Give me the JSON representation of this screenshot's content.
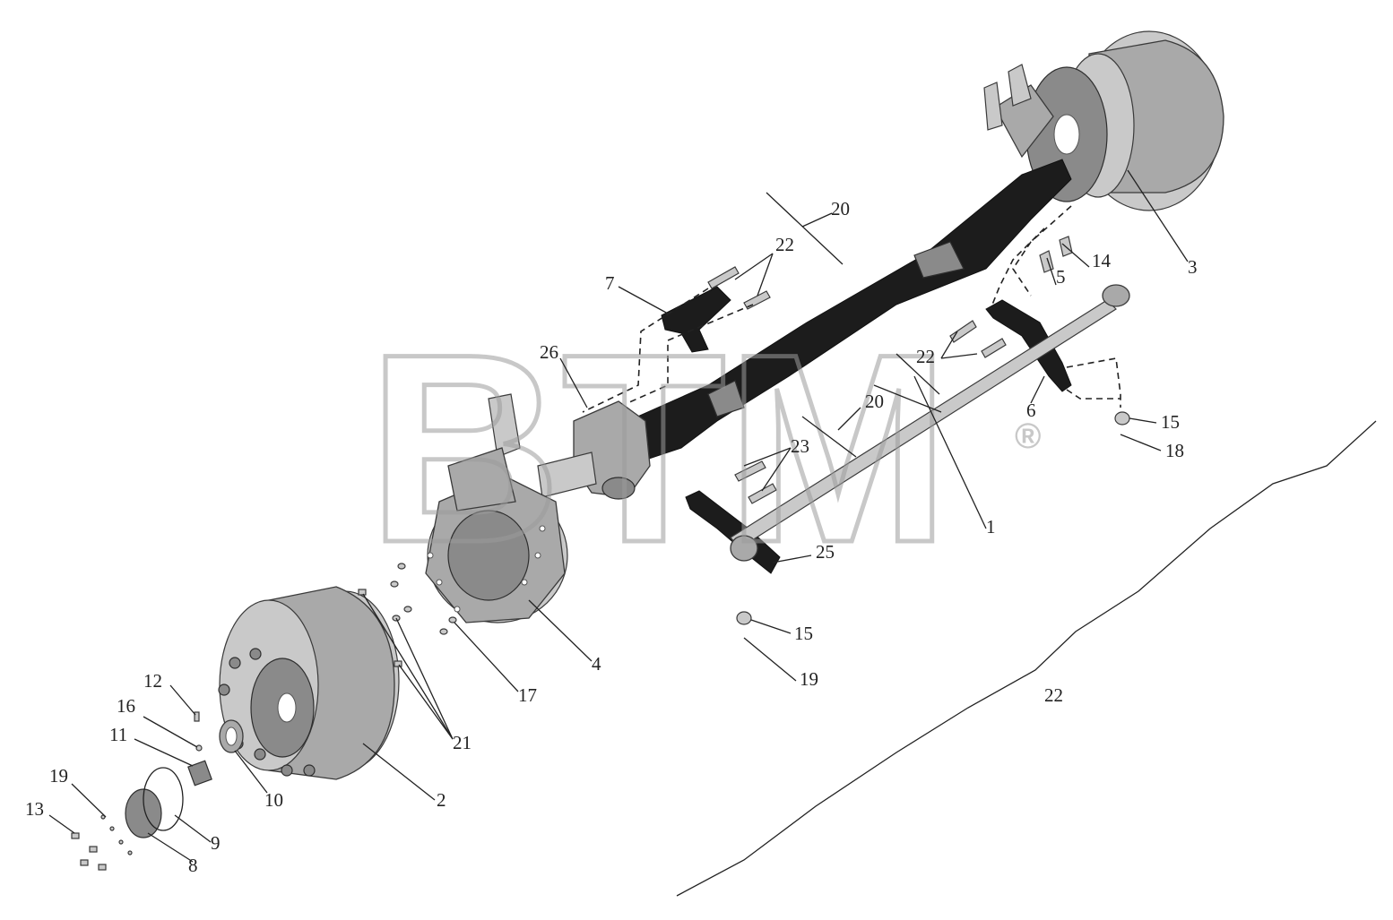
{
  "watermark": {
    "text": "BTM",
    "mark": "®"
  },
  "labels": [
    {
      "id": "1",
      "text": "1"
    },
    {
      "id": "2",
      "text": "2"
    },
    {
      "id": "3",
      "text": "3"
    },
    {
      "id": "4",
      "text": "4"
    },
    {
      "id": "5",
      "text": "5"
    },
    {
      "id": "6",
      "text": "6"
    },
    {
      "id": "7",
      "text": "7"
    },
    {
      "id": "8",
      "text": "8"
    },
    {
      "id": "9",
      "text": "9"
    },
    {
      "id": "10",
      "text": "10"
    },
    {
      "id": "11",
      "text": "11"
    },
    {
      "id": "12",
      "text": "12"
    },
    {
      "id": "13",
      "text": "13"
    },
    {
      "id": "14",
      "text": "14"
    },
    {
      "id": "15a",
      "text": "15"
    },
    {
      "id": "15b",
      "text": "15"
    },
    {
      "id": "16",
      "text": "16"
    },
    {
      "id": "17",
      "text": "17"
    },
    {
      "id": "18",
      "text": "18"
    },
    {
      "id": "19a",
      "text": "19"
    },
    {
      "id": "19b",
      "text": "19"
    },
    {
      "id": "20a",
      "text": "20"
    },
    {
      "id": "20b",
      "text": "20"
    },
    {
      "id": "21",
      "text": "21"
    },
    {
      "id": "22a",
      "text": "22"
    },
    {
      "id": "22b",
      "text": "22"
    },
    {
      "id": "22c",
      "text": "22"
    },
    {
      "id": "23",
      "text": "23"
    },
    {
      "id": "25",
      "text": "25"
    },
    {
      "id": "26",
      "text": "26"
    }
  ],
  "colors": {
    "line": "#222222",
    "part_dark": "#1c1c1c",
    "part_metal": "#a9a9a9",
    "watermark": "#9c9c9c"
  }
}
